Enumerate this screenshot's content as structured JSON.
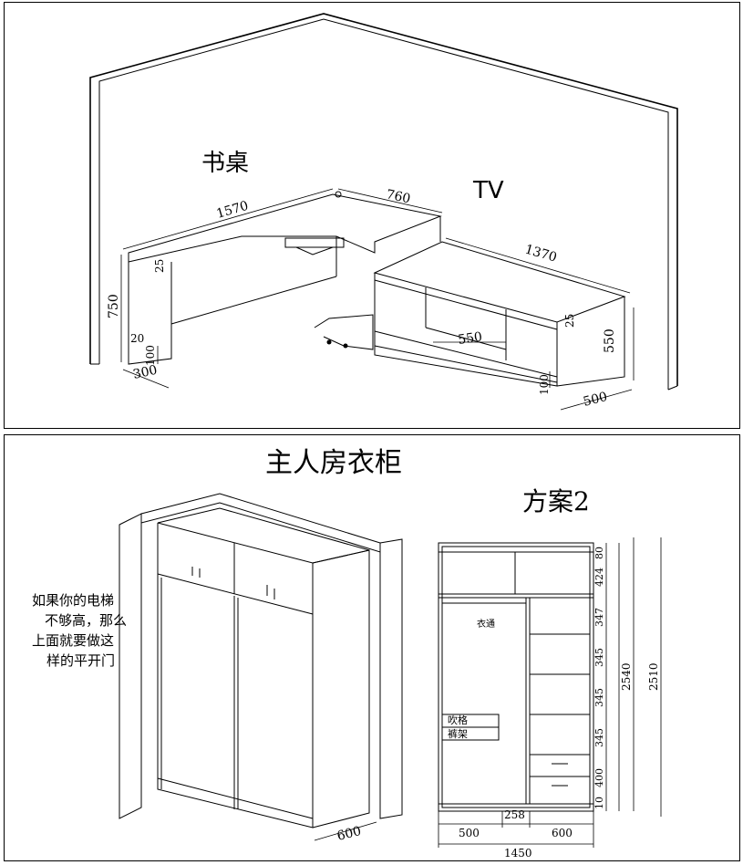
{
  "desk_scene": {
    "desk_label": "书桌",
    "tv_label": "TV",
    "dims": {
      "desk_length": "1570",
      "desk_return": "760",
      "tv_length": "1370",
      "desk_height": "750",
      "top_thickness_desk": "25",
      "top_thickness_tv": "25",
      "tv_height": "550",
      "foot_20": "20",
      "foot_100": "100",
      "desk_depth": "300",
      "shelf_width": "550",
      "tv_base": "100",
      "tv_depth": "500"
    }
  },
  "wardrobe_scene": {
    "title": "主人房衣柜",
    "plan_label": "方案2",
    "note_lines": [
      "如果你的电梯",
      "不够高，那么",
      "上面就要做这",
      "样的平开门"
    ],
    "inner_labels": {
      "hanging": "衣通",
      "drawer_top": "吹格",
      "shelf": "裤架"
    },
    "dims": {
      "top_80": "80",
      "top_424": "424",
      "row_347": "347",
      "row_345a": "345",
      "row_345b": "345",
      "row_345c": "345",
      "row_400": "400",
      "base_10": "10",
      "inner_2540": "2540",
      "outer_2510": "2510",
      "width_500": "500",
      "width_258": "258",
      "width_600": "600",
      "total_1450": "1450",
      "depth_600": "600"
    }
  }
}
